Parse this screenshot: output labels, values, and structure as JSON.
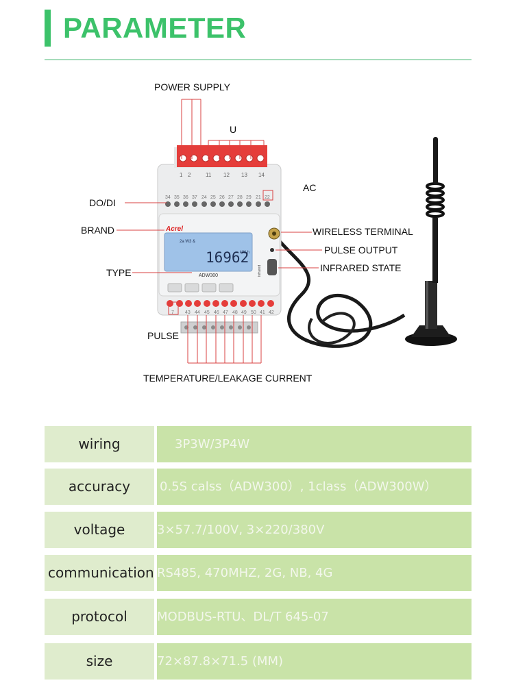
{
  "header": {
    "title": "PARAMETER"
  },
  "device": {
    "labels": {
      "power_supply": "POWER SUPPLY",
      "u": "U",
      "ac": "AC",
      "do_di": "DO/DI",
      "brand": "BRAND",
      "type": "TYPE",
      "pulse": "PULSE",
      "temperature": "TEMPERATURE/LEAKAGE CURRENT",
      "wireless_terminal": "WIRELESS TERMINAL",
      "pulse_output": "PULSE OUTPUT",
      "infrared_state": "INFRARED STATE"
    },
    "brand_logo": "Acrel",
    "model": "ADW300",
    "lcd_reading": "16962",
    "lcd_unit": "kW·h",
    "infrared_text": "Infrared",
    "top_terminal_numbers": [
      "1",
      "2",
      "11",
      "12",
      "13",
      "14"
    ],
    "upper_row_numbers": [
      "34",
      "35",
      "36",
      "37",
      "24",
      "25",
      "26",
      "27",
      "28",
      "29",
      "21",
      "22"
    ],
    "bottom_terminal_numbers": [
      "7",
      "43",
      "44",
      "45",
      "46",
      "47",
      "48",
      "49",
      "50",
      "41",
      "42"
    ]
  },
  "specs": [
    {
      "key": "wiring",
      "value": "3P3W/3P4W"
    },
    {
      "key": "accuracy",
      "value": "0.5S calss（ADW300）, 1class（ADW300W）"
    },
    {
      "key": "voltage",
      "value": "3×57.7/100V, 3×220/380V"
    },
    {
      "key": "communication",
      "value": "RS485, 470MHZ, 2G, NB, 4G"
    },
    {
      "key": "protocol",
      "value": "MODBUS-RTU、DL/T 645-07"
    },
    {
      "key": "size",
      "value": "72×87.8×71.5 (MM)"
    }
  ]
}
